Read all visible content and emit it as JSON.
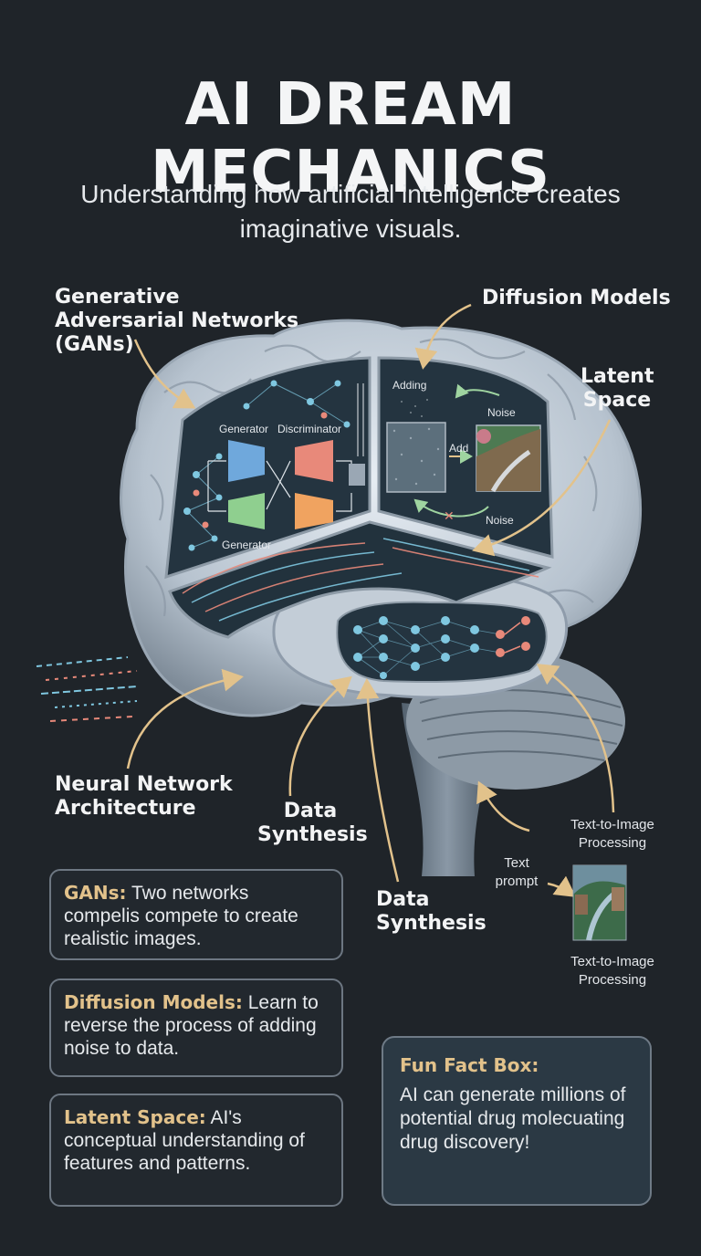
{
  "title": "AI DREAM MECHANICS",
  "subtitle": "Understanding how artificial intelligence creates imaginative visuals.",
  "callouts": {
    "gans": "Generative Adversarial Networks (GANs)",
    "diffusion": "Diffusion Models",
    "latent": "Latent Space",
    "neural": "Neural Network Architecture",
    "synthesis_1": "Data Synthesis",
    "synthesis_2": "Data Synthesis",
    "t2i_top": "Text-to-Image Processing",
    "text_prompt": "Text prompt",
    "t2i_bottom": "Text-to-Image Processing"
  },
  "gan_panel": {
    "generator_top": "Generator",
    "discriminator": "Discriminator",
    "generator_bottom": "Generator"
  },
  "diffusion_panel": {
    "adding": "Adding",
    "noise_top": "Noise",
    "add": "Add",
    "noise_bottom": "Noise"
  },
  "cards": [
    {
      "term": "GANs:",
      "text": "Two networks compelis compete to create realistic images."
    },
    {
      "term": "Diffusion Models:",
      "text": "Learn to reverse the process of adding noise to data."
    },
    {
      "term": "Latent Space:",
      "text": "AI's conceptual understanding of features and patterns."
    }
  ],
  "fun_fact": {
    "title": "Fun Fact Box:",
    "body": "AI can generate millions of potential drug molecuating drug discovery!"
  },
  "colors": {
    "background": "#1f2429",
    "accent_gold": "#e2c28b",
    "brain": "#c9d3dd",
    "panel": "#243440",
    "node_blue": "#7fc7e0",
    "node_red": "#e8897a"
  }
}
